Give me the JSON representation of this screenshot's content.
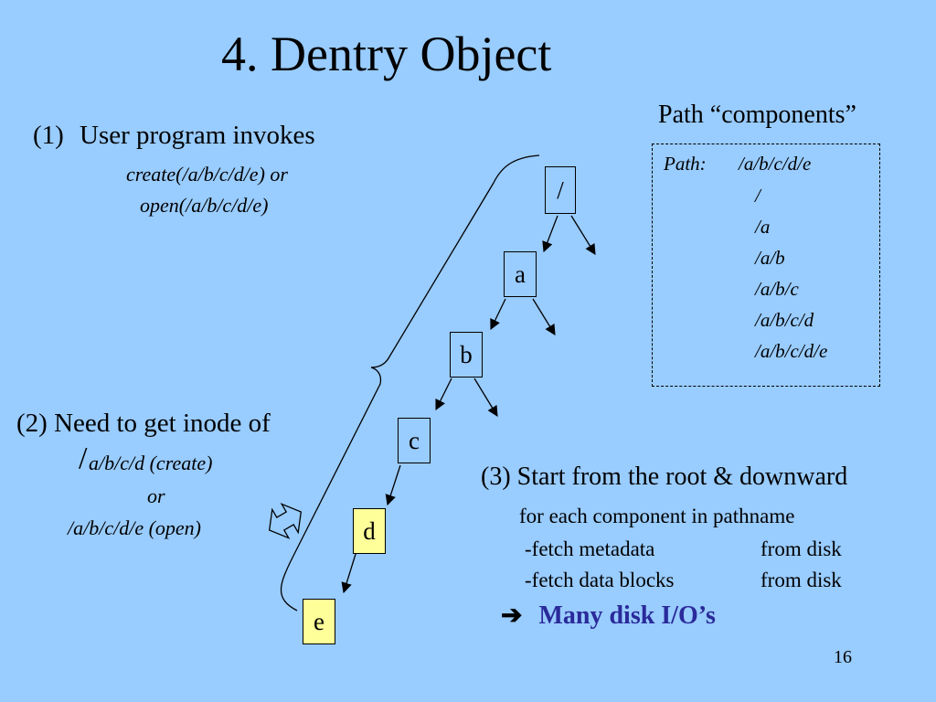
{
  "title": "4. Dentry Object",
  "step1": {
    "number": "(1)",
    "text": "User program invokes",
    "call_create": "create(/a/b/c/d/e)   or",
    "call_open": "open(/a/b/c/d/e)"
  },
  "path_components": {
    "heading": "Path “components”",
    "label": "Path:",
    "full_path": "/a/b/c/d/e",
    "items": [
      "/",
      "/a",
      "/a/b",
      "/a/b/c",
      "/a/b/c/d",
      "/a/b/c/d/e"
    ]
  },
  "tree": {
    "nodes": [
      "/",
      "a",
      "b",
      "c",
      "d",
      "e"
    ],
    "highlight_color": "#ffff99"
  },
  "step2": {
    "heading": "(2) Need to get inode of",
    "slash": "/",
    "create_path": "a/b/c/d  (create)",
    "or": "or",
    "open_path": "/a/b/c/d/e (open)"
  },
  "step3": {
    "heading": "(3) Start from the root & downward",
    "loop": "for each component in pathname",
    "rows": [
      {
        "action": "-fetch metadata",
        "source": "from disk"
      },
      {
        "action": "-fetch data blocks",
        "source": "from disk"
      }
    ],
    "conclusion_arrow": "➔",
    "conclusion": "Many disk I/O’s",
    "conclusion_color": "#2a2a9a"
  },
  "page_number": "16",
  "background_color": "#99ccff"
}
